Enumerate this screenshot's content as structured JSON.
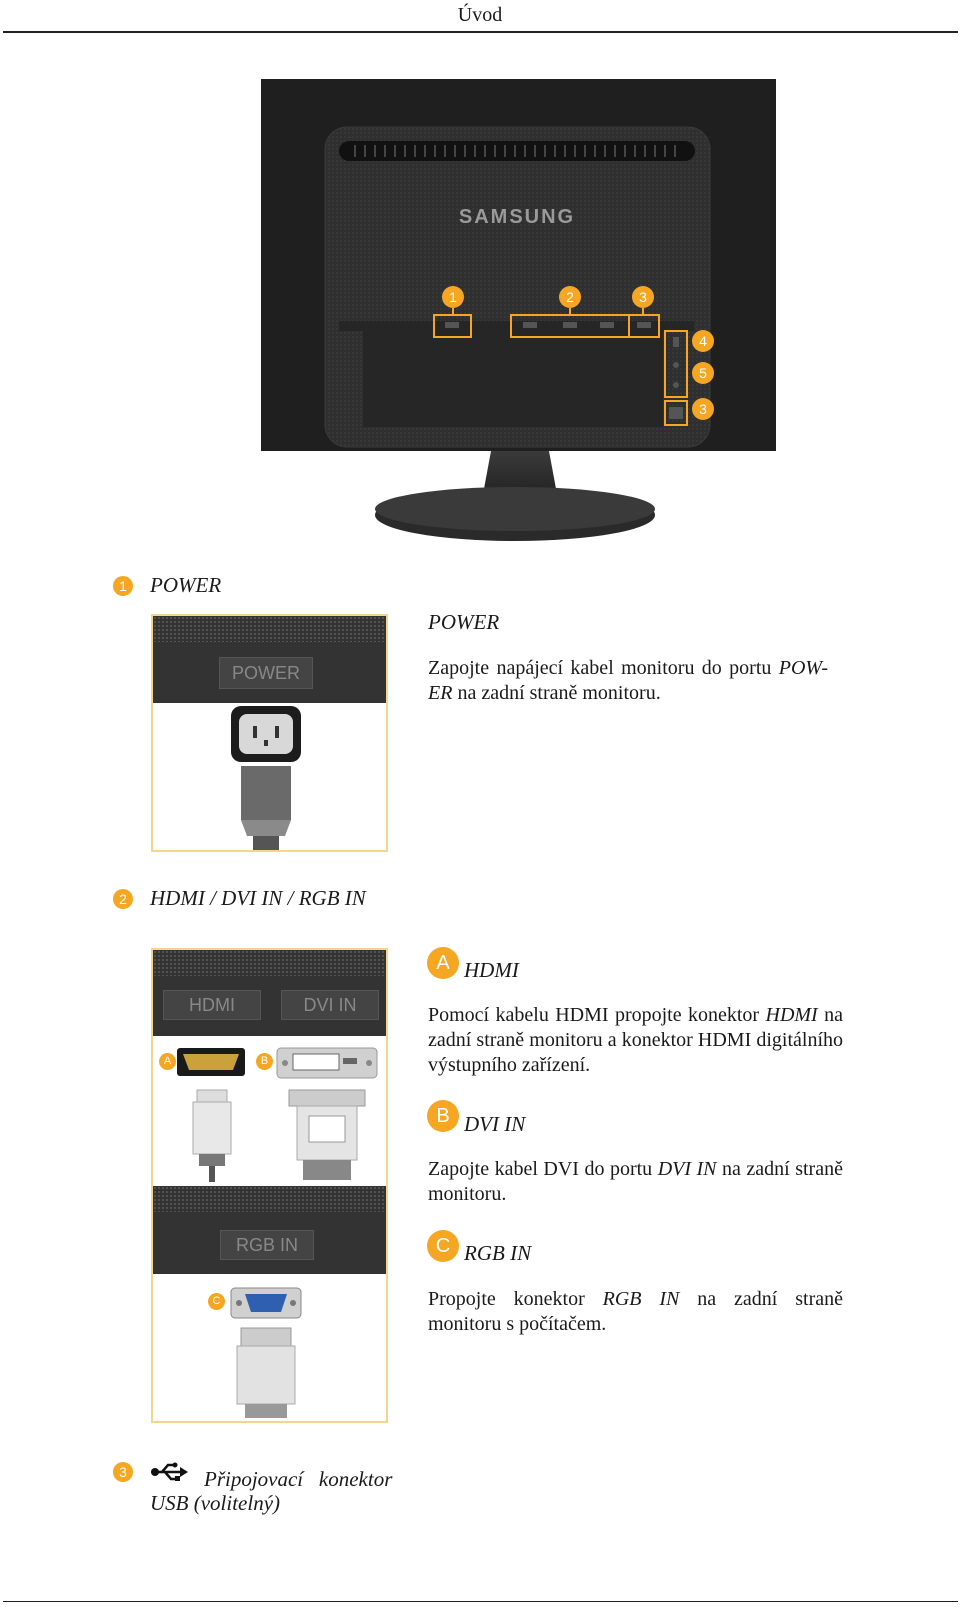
{
  "header": {
    "title": "Úvod"
  },
  "monitor": {
    "brand": "SAMSUNG",
    "callouts": [
      "1",
      "2",
      "3",
      "4",
      "5",
      "3"
    ]
  },
  "section1": {
    "number": "1",
    "title": "POWER",
    "panel_label": "POWER",
    "desc_title": "POWER",
    "desc_pre": "Zapojte napájecí kabel monitoru do portu ",
    "desc_em": "POW-ER",
    "desc_post": " na zadní straně monitoru."
  },
  "section2": {
    "number": "2",
    "title": "HDMI / DVI IN / RGB IN",
    "panel_labels": {
      "hdmi": "HDMI",
      "dvi": "DVI IN",
      "rgb": "RGB IN"
    },
    "items": [
      {
        "letter": "A",
        "title": "HDMI",
        "pre": "Pomocí kabelu HDMI propojte konektor ",
        "em": "HDMI",
        "post": " na zadní straně monitoru a konektor HDMI digitálního výstupního zařízení."
      },
      {
        "letter": "B",
        "title": "DVI IN",
        "pre": "Zapojte kabel DVI do portu ",
        "em": "DVI IN",
        "post": " na zadní straně monitoru."
      },
      {
        "letter": "C",
        "title": "RGB IN",
        "pre": "Propojte konektor ",
        "em": "RGB IN",
        "post": " na zadní straně monitoru s počítačem."
      }
    ]
  },
  "section3": {
    "number": "3",
    "title_line1": "Připojovací   konektor",
    "title_line2": "USB (volitelný)",
    "icon": "usb-icon"
  },
  "colors": {
    "accent": "#f5a623",
    "panel_border": "#f5d58a",
    "monitor_body": "#2b2b2b"
  }
}
